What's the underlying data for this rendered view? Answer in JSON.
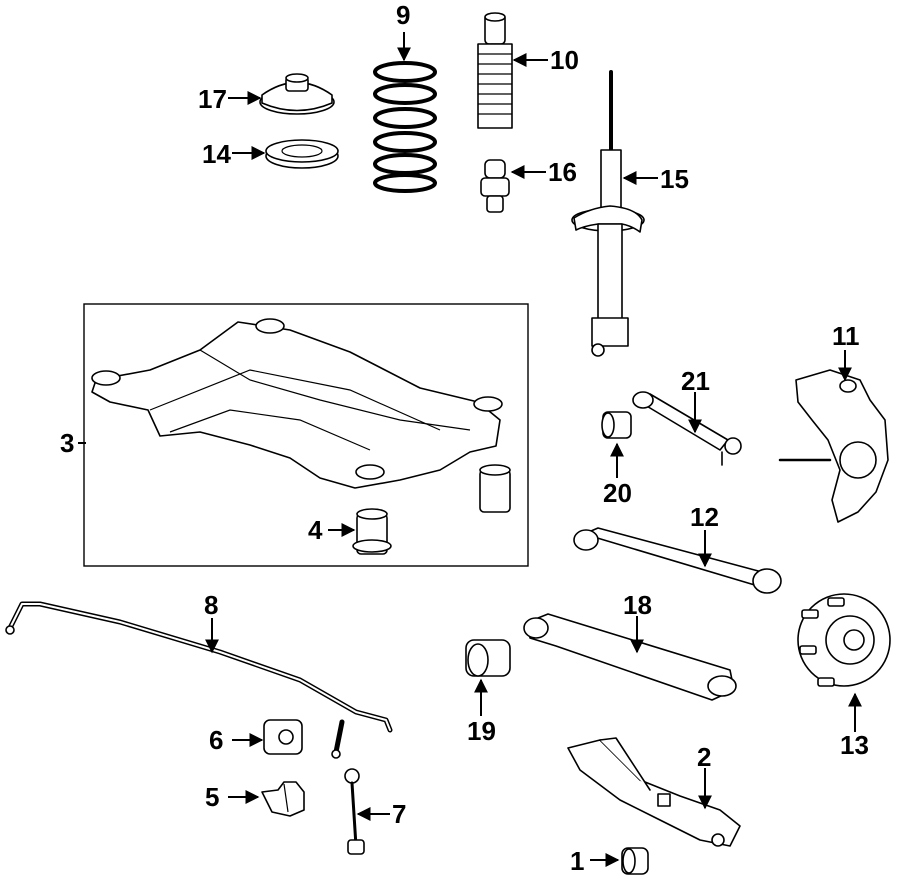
{
  "diagram": {
    "callouts": [
      {
        "id": "c1",
        "label": "1"
      },
      {
        "id": "c2",
        "label": "2"
      },
      {
        "id": "c3",
        "label": "3"
      },
      {
        "id": "c4",
        "label": "4"
      },
      {
        "id": "c5",
        "label": "5"
      },
      {
        "id": "c6",
        "label": "6"
      },
      {
        "id": "c7",
        "label": "7"
      },
      {
        "id": "c8",
        "label": "8"
      },
      {
        "id": "c9",
        "label": "9"
      },
      {
        "id": "c10",
        "label": "10"
      },
      {
        "id": "c11",
        "label": "11"
      },
      {
        "id": "c12",
        "label": "12"
      },
      {
        "id": "c13",
        "label": "13"
      },
      {
        "id": "c14",
        "label": "14"
      },
      {
        "id": "c15",
        "label": "15"
      },
      {
        "id": "c16",
        "label": "16"
      },
      {
        "id": "c17",
        "label": "17"
      },
      {
        "id": "c18",
        "label": "18"
      },
      {
        "id": "c19",
        "label": "19"
      },
      {
        "id": "c20",
        "label": "20"
      },
      {
        "id": "c21",
        "label": "21"
      }
    ],
    "colors": {
      "ink": "#000000",
      "paper": "#ffffff"
    }
  }
}
